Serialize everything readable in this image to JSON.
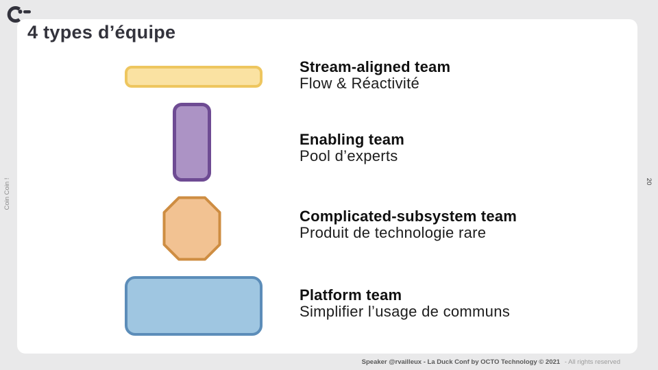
{
  "slide": {
    "title": "4 types d’équipe",
    "side_label_left": "Coin Coin !",
    "page_number": "20"
  },
  "teams": [
    {
      "name": "Stream-aligned team",
      "description": "Flow & Réactivité",
      "shape": "horizontal-rounded-bar",
      "fill_color": "#FAE2A2",
      "border_color": "#EEC65F"
    },
    {
      "name": "Enabling team",
      "description": "Pool d’experts",
      "shape": "vertical-rounded-bar",
      "fill_color": "#AC93C5",
      "border_color": "#6E4B93"
    },
    {
      "name": "Complicated-subsystem team",
      "description": "Produit de technologie rare",
      "shape": "octagon",
      "fill_color": "#F2C292",
      "border_color": "#CE8D42"
    },
    {
      "name": "Platform team",
      "description": "Simplifier l’usage de communs",
      "shape": "large-rounded-rectangle",
      "fill_color": "#9FC6E1",
      "border_color": "#5C8DB9"
    }
  ],
  "footer": {
    "credits": "Speaker @rvailleux - La Duck Conf by OCTO Technology © 2021",
    "rights": "- All rights reserved"
  },
  "colors": {
    "page_background": "#E9E9EA",
    "card_background": "#FFFFFF",
    "title_text": "#33333C",
    "logo": "#33333D"
  }
}
